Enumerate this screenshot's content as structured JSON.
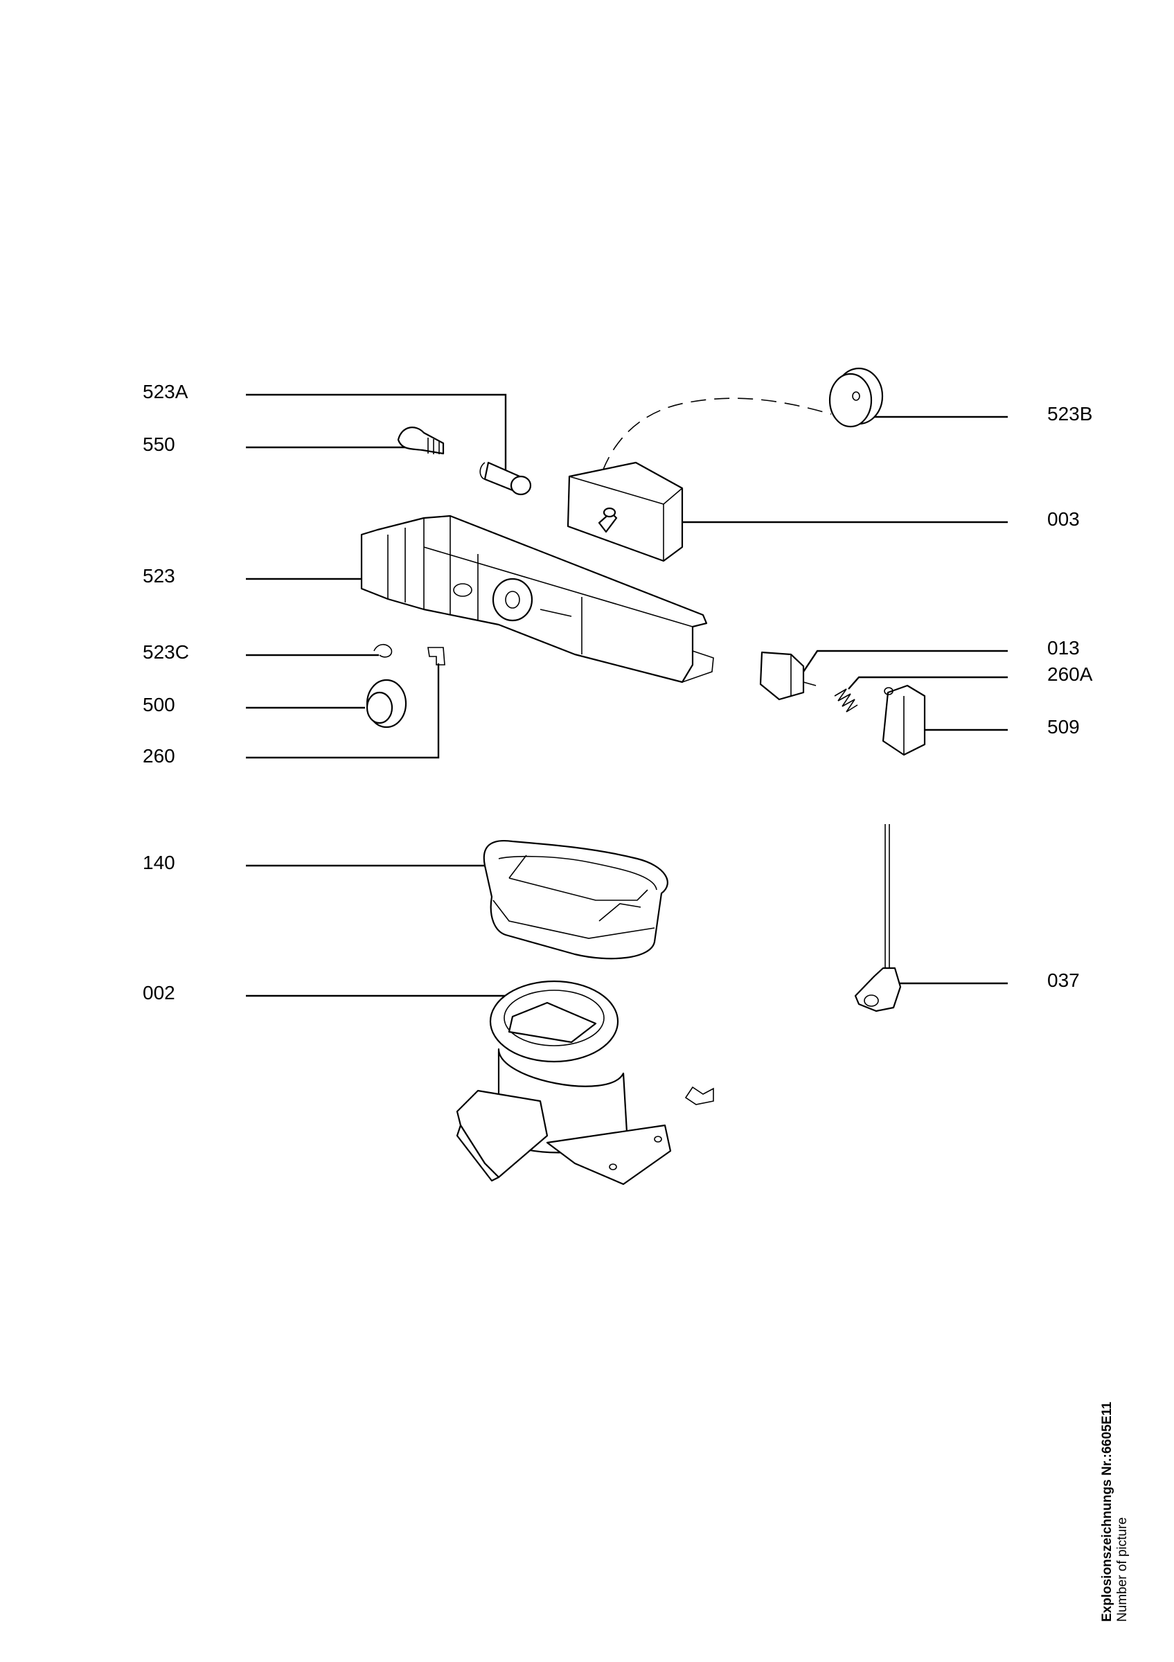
{
  "labels_left": [
    {
      "id": "523A",
      "text": "523A"
    },
    {
      "id": "550",
      "text": "550"
    },
    {
      "id": "523",
      "text": "523"
    },
    {
      "id": "523C",
      "text": "523C"
    },
    {
      "id": "500",
      "text": "500"
    },
    {
      "id": "260",
      "text": "260"
    },
    {
      "id": "140",
      "text": "140"
    },
    {
      "id": "002",
      "text": "002"
    }
  ],
  "labels_right": [
    {
      "id": "523B",
      "text": "523B"
    },
    {
      "id": "003",
      "text": "003"
    },
    {
      "id": "013",
      "text": "013"
    },
    {
      "id": "260A",
      "text": "260A"
    },
    {
      "id": "509",
      "text": "509"
    },
    {
      "id": "037",
      "text": "037"
    }
  ],
  "footer": {
    "title": "Explosionszeichnungs Nr.:6605E11",
    "subtitle": "Number of picture"
  }
}
